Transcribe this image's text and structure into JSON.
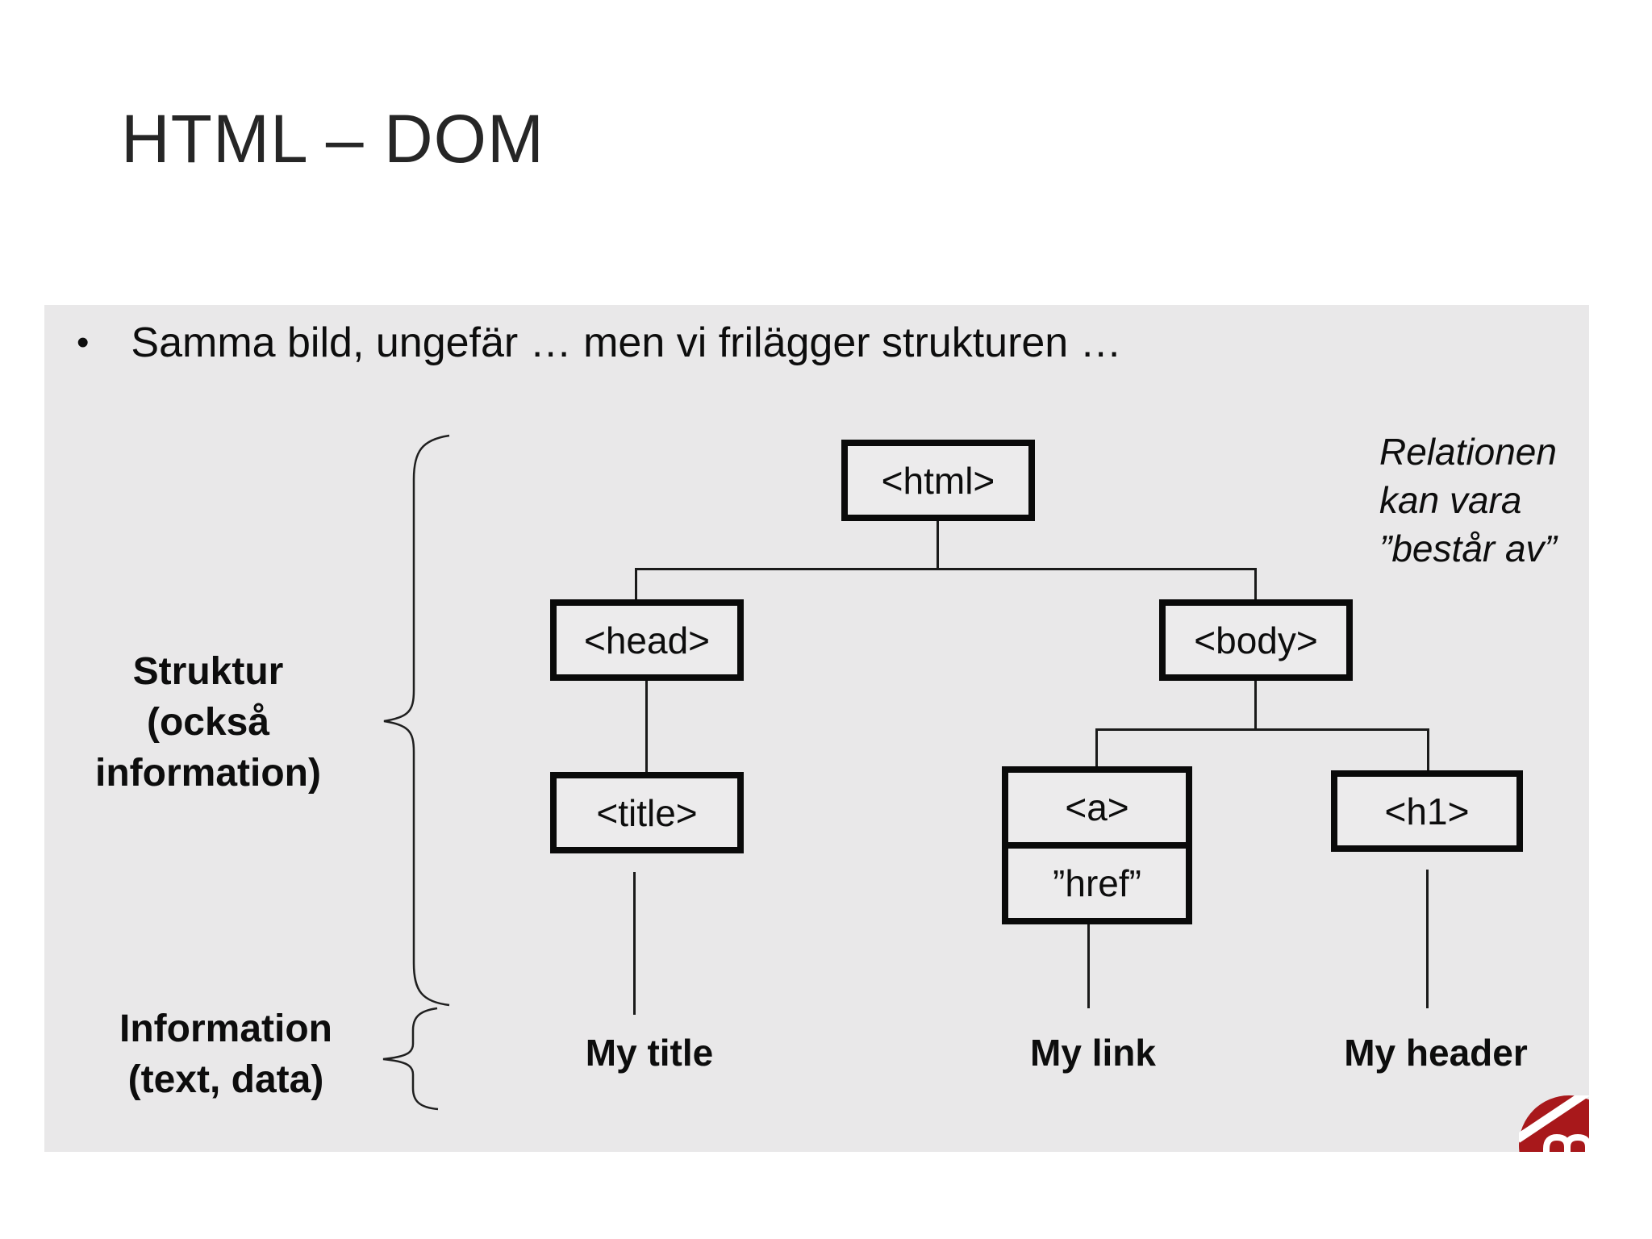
{
  "slide_title": "HTML – DOM",
  "panel": {
    "bullet_marker": "•",
    "bullet_text": "Samma bild, ungefär … men vi frilägger strukturen …",
    "side_labels": {
      "structure": "Struktur\n(också\ninformation)",
      "information": "Information\n(text, data)"
    },
    "annotation": "Relationen\nkan vara\n”består av”",
    "tree": {
      "root": "<html>",
      "head": "<head>",
      "body": "<body>",
      "title": "<title>",
      "anchor": "<a>",
      "href_attr": "”href”",
      "h1": "<h1>",
      "leaf_title": "My title",
      "leaf_link": "My link",
      "leaf_header": "My header"
    },
    "logo": {
      "name": "malmo-university-m-logo",
      "color": "#a8181b"
    }
  },
  "colors": {
    "panel_bg": "#e9e8e9",
    "box_bg": "#ecebec",
    "box_border": "#0a0a0a",
    "text": "#0d0d0d",
    "logo_red": "#a8181b"
  }
}
